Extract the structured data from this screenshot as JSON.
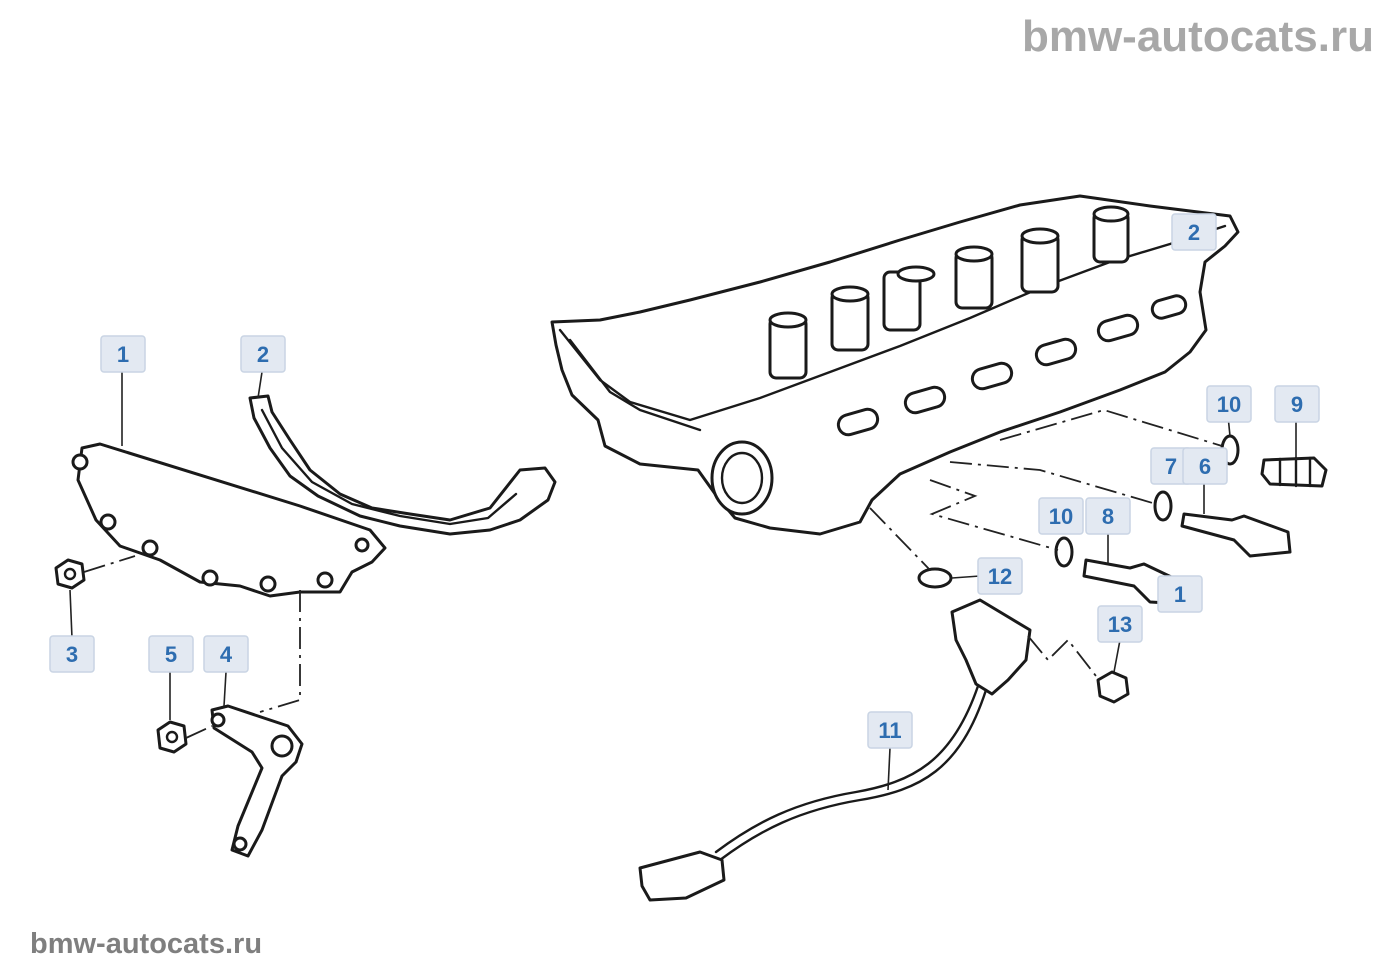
{
  "watermark_top": "bmw-autocats.ru",
  "watermark_bottom": "bmw-autocats.ru",
  "callout_color": "#2e6db0",
  "callout_fill": "#e3e9f2",
  "callouts": [
    {
      "id": "c1a",
      "label": "1"
    },
    {
      "id": "c2a",
      "label": "2"
    },
    {
      "id": "c3",
      "label": "3"
    },
    {
      "id": "c5",
      "label": "5"
    },
    {
      "id": "c4",
      "label": "4"
    },
    {
      "id": "c2b",
      "label": "2"
    },
    {
      "id": "c10a",
      "label": "10"
    },
    {
      "id": "c9",
      "label": "9"
    },
    {
      "id": "c7",
      "label": "7"
    },
    {
      "id": "c6",
      "label": "6"
    },
    {
      "id": "c10b",
      "label": "10"
    },
    {
      "id": "c8",
      "label": "8"
    },
    {
      "id": "c12",
      "label": "12"
    },
    {
      "id": "c1b",
      "label": "1"
    },
    {
      "id": "c13",
      "label": "13"
    },
    {
      "id": "c11",
      "label": "11"
    }
  ]
}
